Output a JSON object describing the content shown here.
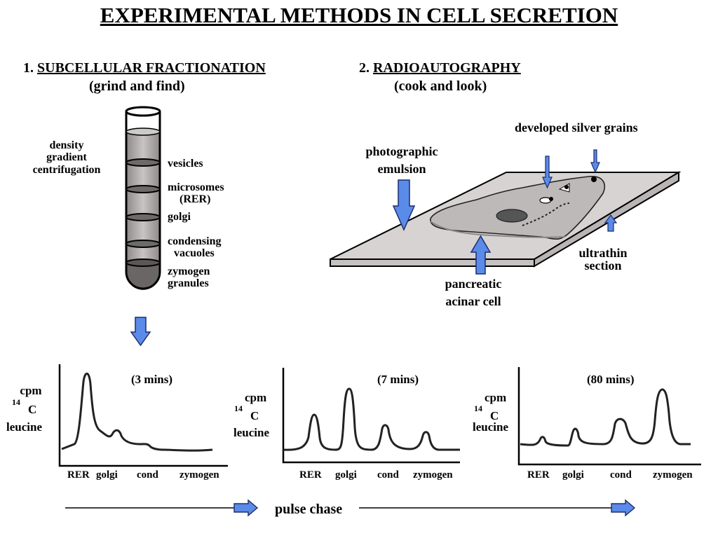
{
  "title": "EXPERIMENTAL METHODS IN CELL SECRETION",
  "method1": {
    "number": "1.",
    "name": "SUBCELLULAR FRACTIONATION",
    "subtitle": "(grind and find)",
    "technique": [
      "density",
      "gradient",
      "centrifugation"
    ],
    "fractions": [
      {
        "lines": [
          "vesicles"
        ]
      },
      {
        "lines": [
          "microsomes",
          "(RER)"
        ]
      },
      {
        "lines": [
          "golgi"
        ]
      },
      {
        "lines": [
          "condensing",
          "vacuoles"
        ]
      },
      {
        "lines": [
          "zymogen",
          "granules"
        ]
      }
    ]
  },
  "method2": {
    "number": "2.",
    "name": "RADIOAUTOGRAPHY",
    "subtitle": "(cook and look)",
    "labels": {
      "grains": "developed silver grains",
      "emulsion": [
        "photographic",
        "emulsion"
      ],
      "section": [
        "ultrathin",
        "section"
      ],
      "cell": [
        "pancreatic",
        "acinar cell"
      ]
    }
  },
  "yaxis": {
    "line1": "cpm",
    "superscript": "14",
    "element": "C",
    "line3": "leucine"
  },
  "plots": [
    {
      "time": "(3 mins)",
      "categories": [
        "RER",
        "golgi",
        "cond",
        "zymogen"
      ]
    },
    {
      "time": "(7 mins)",
      "categories": [
        "RER",
        "golgi",
        "cond",
        "zymogen"
      ]
    },
    {
      "time": "(80 mins)",
      "categories": [
        "RER",
        "golgi",
        "cond",
        "zymogen"
      ]
    }
  ],
  "bottom": {
    "label": "pulse chase"
  },
  "colors": {
    "arrow": "#5a8be8",
    "arrow_stroke": "#1d2d6b",
    "tube_fill": "#b8b2b2",
    "band": "#6e6a6a",
    "slide": "#d7d3d3",
    "cell": "#bdb9b9"
  }
}
